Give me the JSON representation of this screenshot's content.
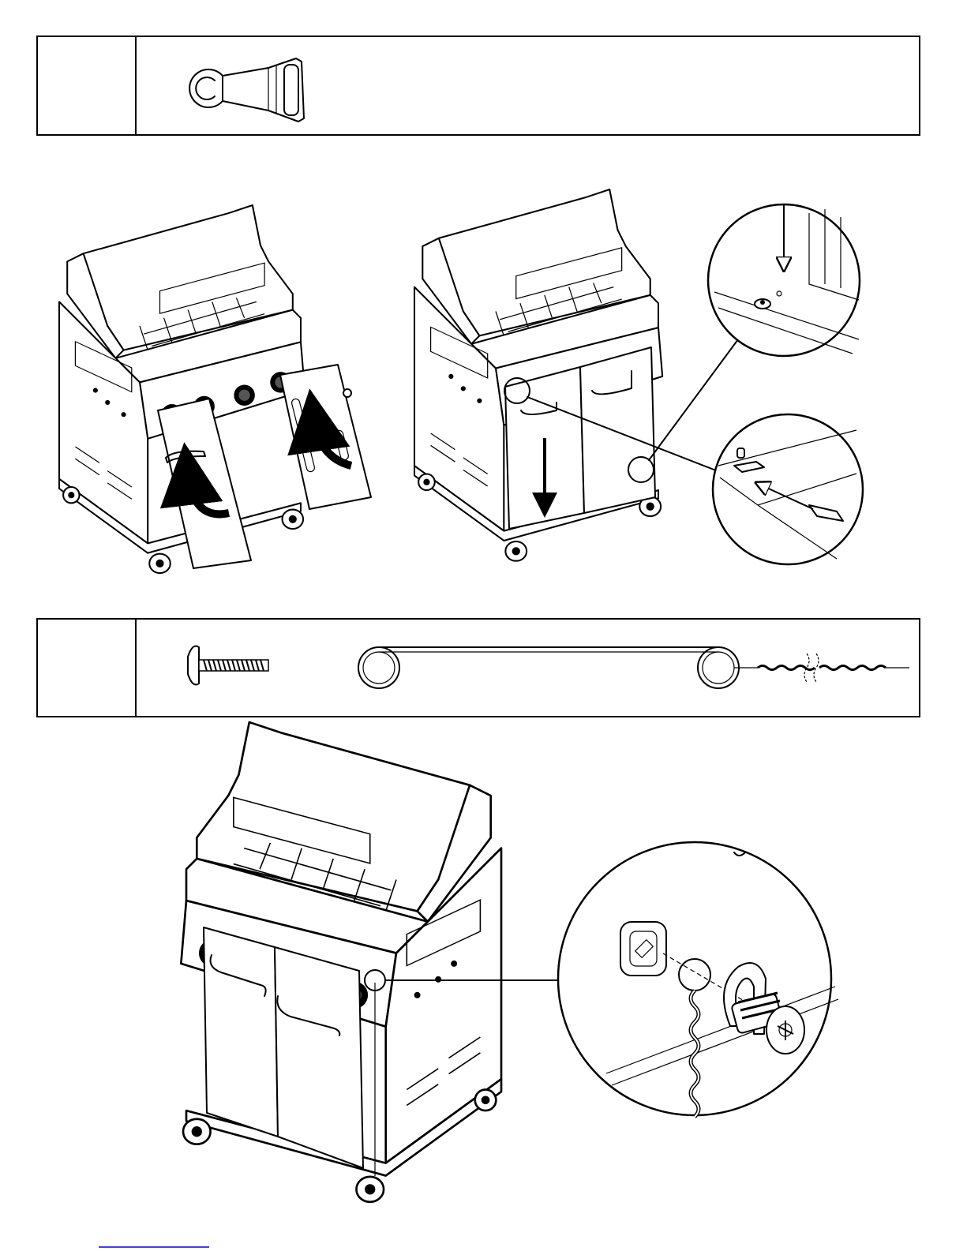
{
  "colors": {
    "ink": "#000000",
    "paper": "#ffffff",
    "footer_rule": "#0000ee"
  },
  "parts_boxes": [
    {
      "id": "box-1",
      "parts": [
        "door-clip-icon"
      ]
    },
    {
      "id": "box-2",
      "parts": [
        "screw-icon",
        "cable-ring-icon",
        "twisted-cable-icon"
      ]
    }
  ],
  "figures": [
    {
      "id": "fig-a",
      "depicts": "grill-cart-icon",
      "action": "doors-rotate-in-arrows"
    },
    {
      "id": "fig-b",
      "depicts": "grill-cart-icon",
      "action": "doors-slide-down-arrow",
      "details": [
        "hinge-pin-detail",
        "door-clip-detail"
      ]
    },
    {
      "id": "fig-c",
      "depicts": "grill-cart-icon",
      "details": [
        "cable-attach-detail"
      ]
    }
  ]
}
